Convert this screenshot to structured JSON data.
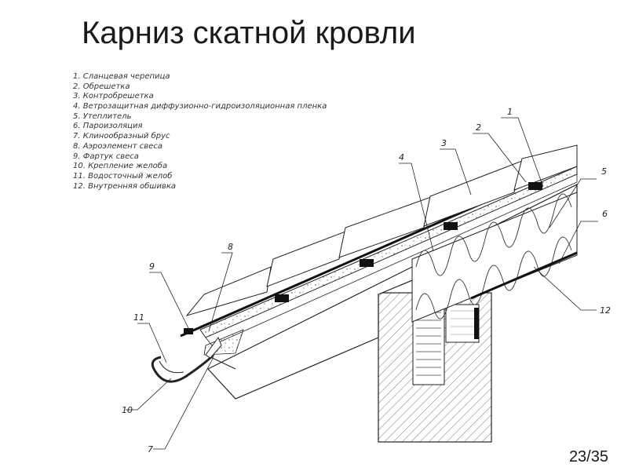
{
  "title": "Карниз скатной кровли",
  "legend": [
    "1. Сланцевая черепица",
    "2. Обрешетка",
    "3. Контробрешетка",
    "4. Ветрозащитная диффузионно-гидроизоляционная пленка",
    "5. Утеплитель",
    "6. Пароизоляция",
    "7. Клинообразный брус",
    "8. Аэроэлемент свеса",
    "9. Фартук свеса",
    "10. Крепление желоба",
    "11. Водосточный желоб",
    "12. Внутренняя обшивка"
  ],
  "callouts": [
    "1",
    "2",
    "3",
    "4",
    "5",
    "6",
    "7",
    "8",
    "9",
    "10",
    "11",
    "12"
  ],
  "page": "23/35"
}
